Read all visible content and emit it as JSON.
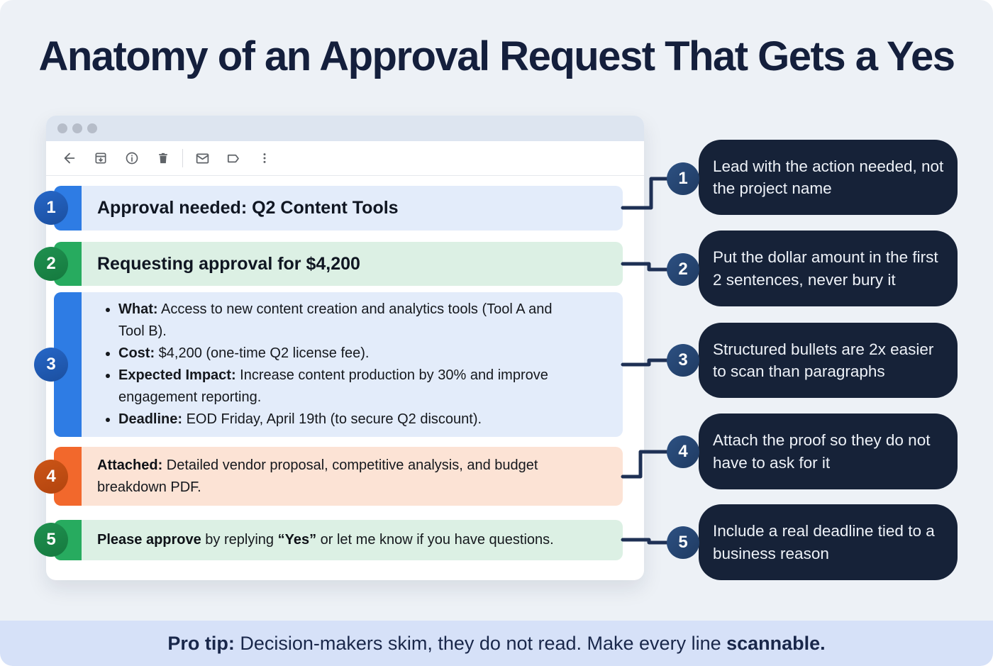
{
  "title": "Anatomy of an Approval Request That Gets a Yes",
  "window": {
    "titlebar_dots": 3,
    "toolbar_icons": [
      "back-arrow-icon",
      "archive-icon",
      "info-icon",
      "trash-icon",
      "mail-icon",
      "label-icon",
      "more-vertical-icon"
    ]
  },
  "email": {
    "rows": [
      {
        "n": "1",
        "color": "blue",
        "text": "Approval needed: Q2 Content Tools"
      },
      {
        "n": "2",
        "color": "green",
        "text": "Requesting approval for $4,200"
      },
      {
        "n": "3",
        "color": "blue",
        "bullets": [
          {
            "label": "What:",
            "text": " Access to new content creation and analytics tools (Tool A and Tool B)."
          },
          {
            "label": "Cost:",
            "text": " $4,200 (one-time Q2 license fee)."
          },
          {
            "label": "Expected Impact:",
            "text": " Increase content production by 30% and improve engagement reporting."
          },
          {
            "label": "Deadline:",
            "text": " EOD Friday, April 19th (to secure Q2 discount)."
          }
        ]
      },
      {
        "n": "4",
        "color": "orange",
        "label": "Attached:",
        "text": " Detailed vendor proposal, competitive analysis, and budget breakdown PDF."
      },
      {
        "n": "5",
        "color": "green",
        "bold_1": "Please approve",
        "text_1": " by replying ",
        "bold_2": "“Yes”",
        "text_2": " or let me know if you have questions."
      }
    ]
  },
  "callouts": [
    {
      "n": "1",
      "text": "Lead with the action needed, not the project name"
    },
    {
      "n": "2",
      "text": "Put the dollar amount in the first 2 sentences, never bury it"
    },
    {
      "n": "3",
      "text": "Structured bullets are 2x easier to scan than paragraphs"
    },
    {
      "n": "4",
      "text": "Attach the proof so they do not have to ask for it"
    },
    {
      "n": "5",
      "text": "Include a real deadline tied to a business reason"
    }
  ],
  "protip": {
    "label": "Pro tip:",
    "text": " Decision-makers skim, they do not read. Make every line ",
    "emphasis": "scannable."
  },
  "colors": {
    "page_bg": "#edf1f6",
    "title": "#141f3c",
    "accent_blue": "#2e7ce4",
    "accent_green": "#27ab5f",
    "accent_orange": "#f2682c",
    "row_bg_blue": "#e3ecfa",
    "row_bg_green": "#dcf0e4",
    "row_bg_orange": "#fce3d5",
    "badge_blue": "#1e5bb3",
    "badge_green": "#1a8547",
    "badge_orange": "#c24e13",
    "callout_bg": "#162238",
    "callout_badge": "#24436d",
    "connector": "#1e3054",
    "protip_bg": "#d6e1f8"
  }
}
